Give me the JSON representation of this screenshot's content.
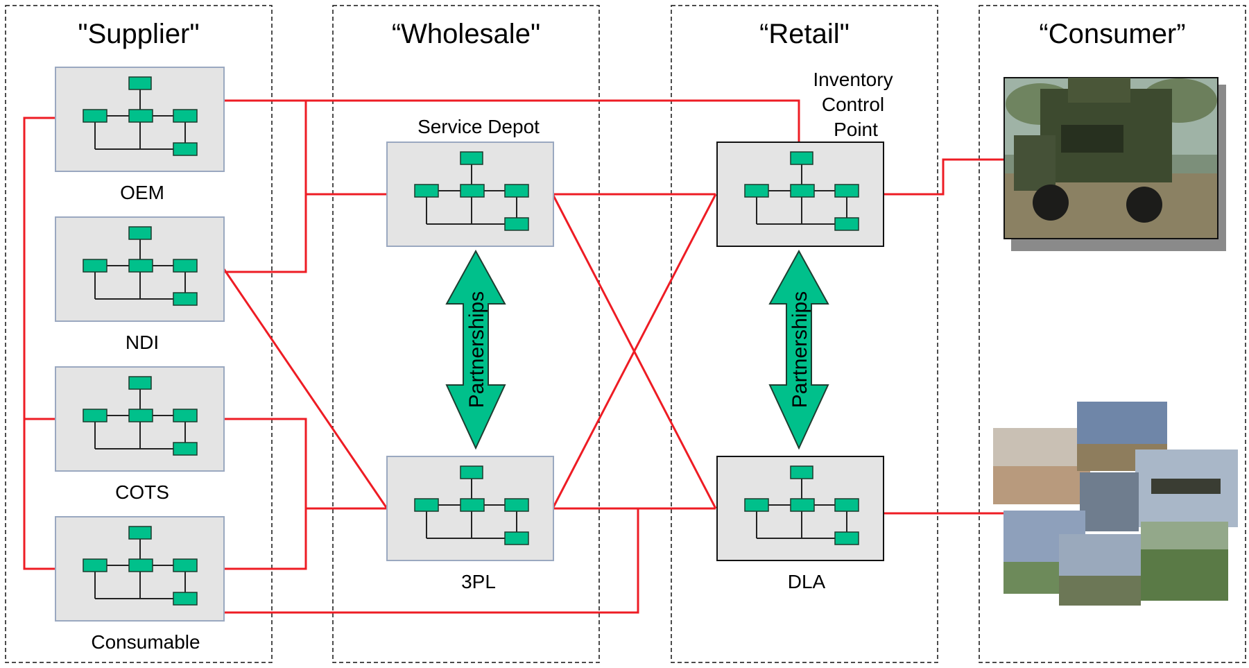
{
  "columns": [
    {
      "title": "\"Supplier\""
    },
    {
      "title": "“Wholesale\""
    },
    {
      "title": "“Retail\""
    },
    {
      "title": "“Consumer”"
    }
  ],
  "nodes": {
    "oem": {
      "label": "OEM"
    },
    "ndi": {
      "label": "NDI"
    },
    "cots": {
      "label": "COTS"
    },
    "consumable": {
      "label": "Consumable"
    },
    "service_depot": {
      "label": "Service Depot"
    },
    "tpl": {
      "label": "3PL"
    },
    "icp": {
      "label_lines": [
        "Inventory",
        "Control",
        "Point"
      ]
    },
    "dla": {
      "label": "DLA"
    }
  },
  "arrows": [
    {
      "label": "Partnerships"
    },
    {
      "label": "Partnerships"
    }
  ],
  "images": {
    "humvee": "military-vehicle-photo",
    "collage": "weapon-systems-photo-collage"
  },
  "colors": {
    "connector": "#ee1c24",
    "org_box": "#00c08b",
    "node_fill": "#e4e4e4",
    "arrow_fill": "#00c08b"
  }
}
